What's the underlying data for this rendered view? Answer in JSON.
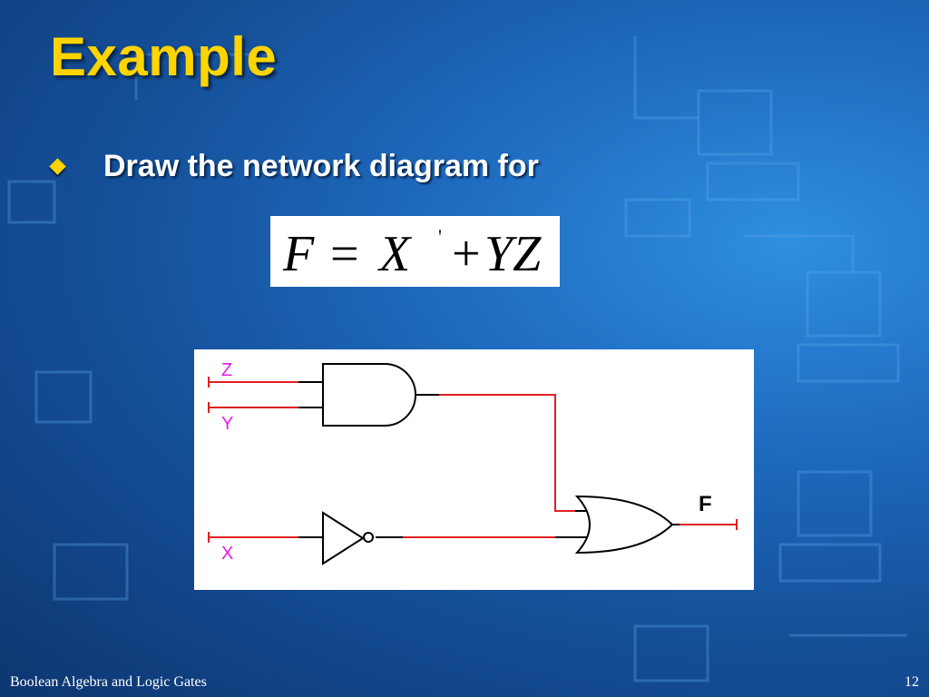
{
  "slide": {
    "title": "Example",
    "bullet": "Draw the network diagram for"
  },
  "formula": {
    "lhs": "F",
    "equals": "=",
    "x": "X",
    "prime": "'",
    "plus": "+",
    "yz": "YZ"
  },
  "circuit": {
    "inputs": [
      "Z",
      "Y",
      "X"
    ],
    "output": "F",
    "wire_color": "#e02020",
    "label_color": "#e020e0"
  },
  "footer": {
    "left": "Boolean Algebra and Logic Gates",
    "page_number": "12"
  },
  "colors": {
    "title": "#ffd400",
    "text": "#ffffff",
    "background": "#1f6cc0"
  }
}
